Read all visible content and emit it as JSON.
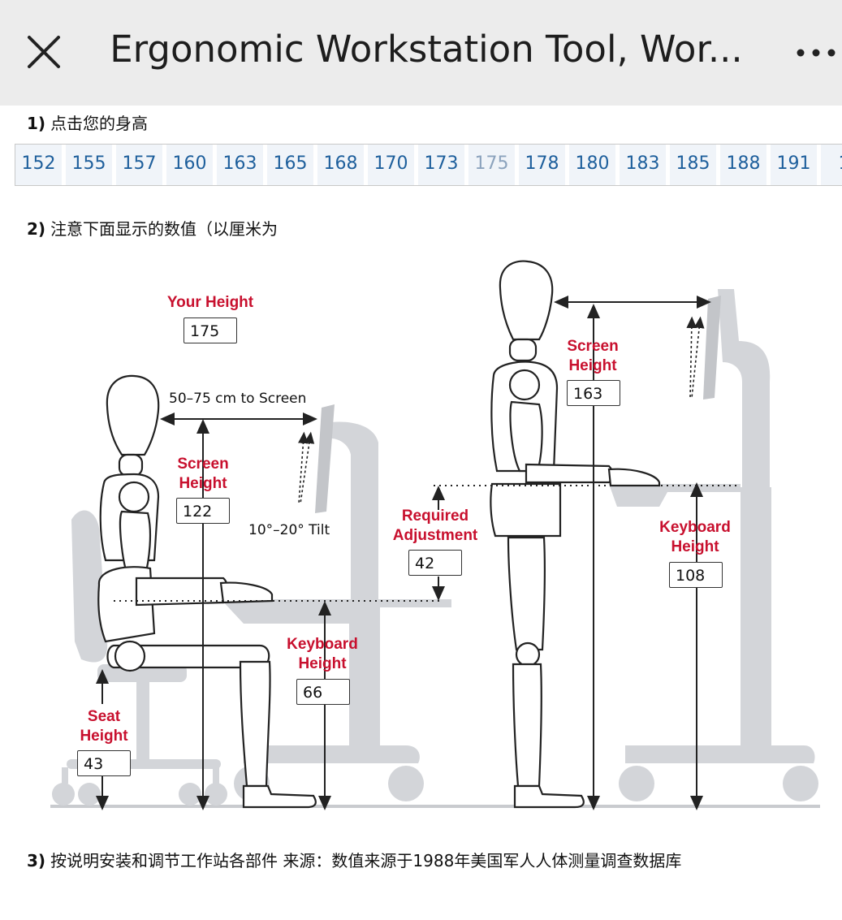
{
  "header": {
    "title": "Ergonomic Workstation Tool, Wor...",
    "close_icon": "close-icon",
    "more_icon": "more-horizontal-icon"
  },
  "step1": {
    "num": "1)",
    "text": "点击您的身高"
  },
  "heights": {
    "values": [
      "152",
      "155",
      "157",
      "160",
      "163",
      "165",
      "168",
      "170",
      "173",
      "175",
      "178",
      "180",
      "183",
      "185",
      "188",
      "191",
      "1"
    ],
    "selected": "175"
  },
  "step2": {
    "num": "2)",
    "text": "注意下面显示的数值（以厘米为"
  },
  "diagram": {
    "your_height_label": "Your Height",
    "your_height_value": "175",
    "distance_note": "50–75 cm to Screen",
    "tilt_note": "10°–20° Tilt",
    "sitting": {
      "screen_label_1": "Screen",
      "screen_label_2": "Height",
      "screen_value": "122",
      "keyboard_label_1": "Keyboard",
      "keyboard_label_2": "Height",
      "keyboard_value": "66",
      "seat_label_1": "Seat",
      "seat_label_2": "Height",
      "seat_value": "43"
    },
    "adjust_label_1": "Required",
    "adjust_label_2": "Adjustment",
    "adjust_value": "42",
    "standing": {
      "screen_label_1": "Screen",
      "screen_label_2": "Height",
      "screen_value": "163",
      "keyboard_label_1": "Keyboard",
      "keyboard_label_2": "Height",
      "keyboard_value": "108"
    },
    "accent_color": "#c8102e",
    "equipment_color": "#d3d5d9"
  },
  "step3": {
    "num": "3)",
    "text": "按说明安装和调节工作站各部件 来源：数值来源于1988年美国军人人体测量调查数据库"
  }
}
